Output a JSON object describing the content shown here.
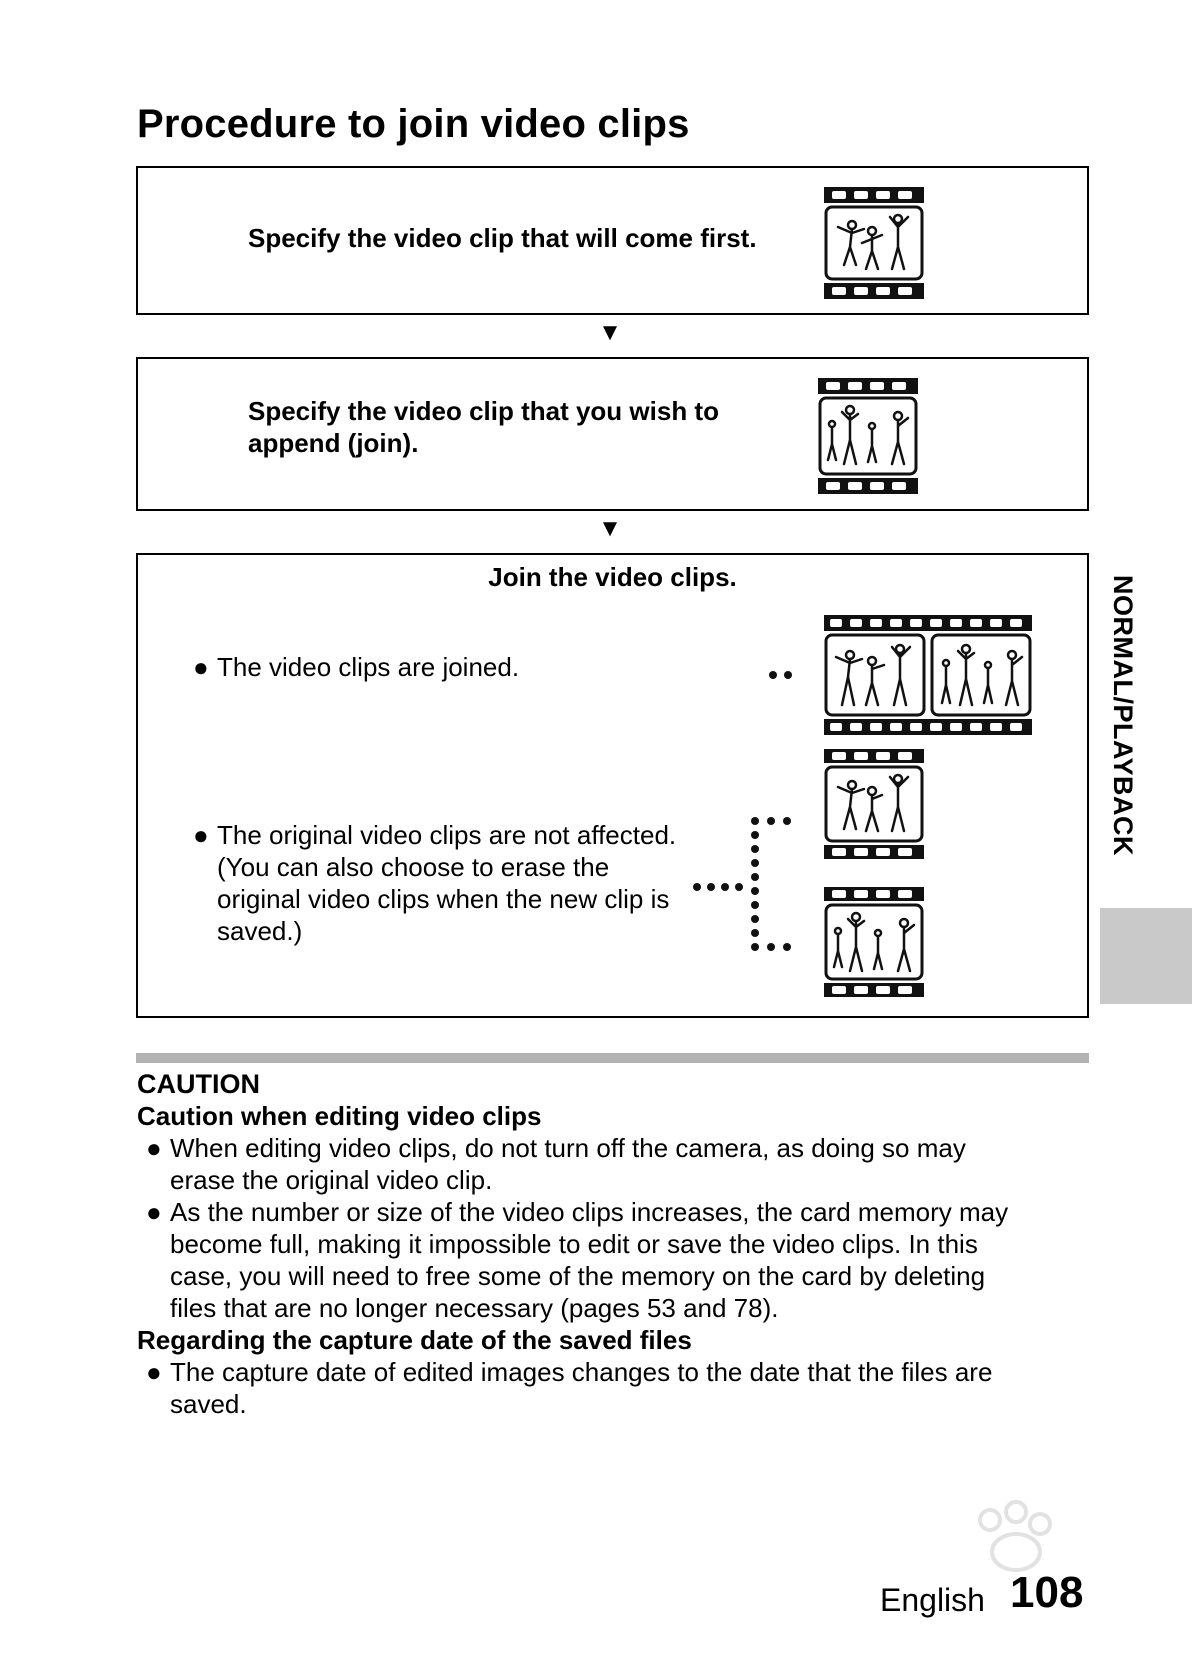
{
  "page": {
    "title": "Procedure to join video clips",
    "side_label": "NORMAL/PLAYBACK",
    "language": "English",
    "page_number": "108"
  },
  "steps": {
    "step1": {
      "text": "Specify the video clip that will come first."
    },
    "arrow": "▼",
    "step2": {
      "line1": "Specify the video clip that you wish to",
      "line2": "append (join)."
    },
    "step3": {
      "heading": "Join the video clips.",
      "bullet1": "The video clips are joined.",
      "bullet2_lines": [
        "The original video clips are not affected.",
        "(You can also choose to erase the",
        "original video clips when the new clip is",
        "saved.)"
      ]
    }
  },
  "caution": {
    "title": "CAUTION",
    "section1_heading": "Caution when editing video clips",
    "section1_items": [
      [
        "When editing video clips, do not turn off the camera, as doing so may",
        "erase the original video clip."
      ],
      [
        "As the number or size of the video clips increases, the card memory may",
        "become full, making it impossible to edit or save the video clips. In this",
        "case, you will need to free some of the memory on the card by deleting",
        "files that are no longer necessary (pages 53 and 78)."
      ]
    ],
    "section2_heading": "Regarding the capture date of the saved files",
    "section2_items": [
      [
        "The capture date of edited images changes to the date that the files are",
        "saved."
      ]
    ]
  },
  "bullet_char": "●",
  "colors": {
    "sidebar_tab": "#c9c9c9",
    "rule": "#b3b3b3"
  },
  "icons": [
    "film-frame-icon",
    "film-frame-joined-icon",
    "dotted-connector-icon"
  ]
}
